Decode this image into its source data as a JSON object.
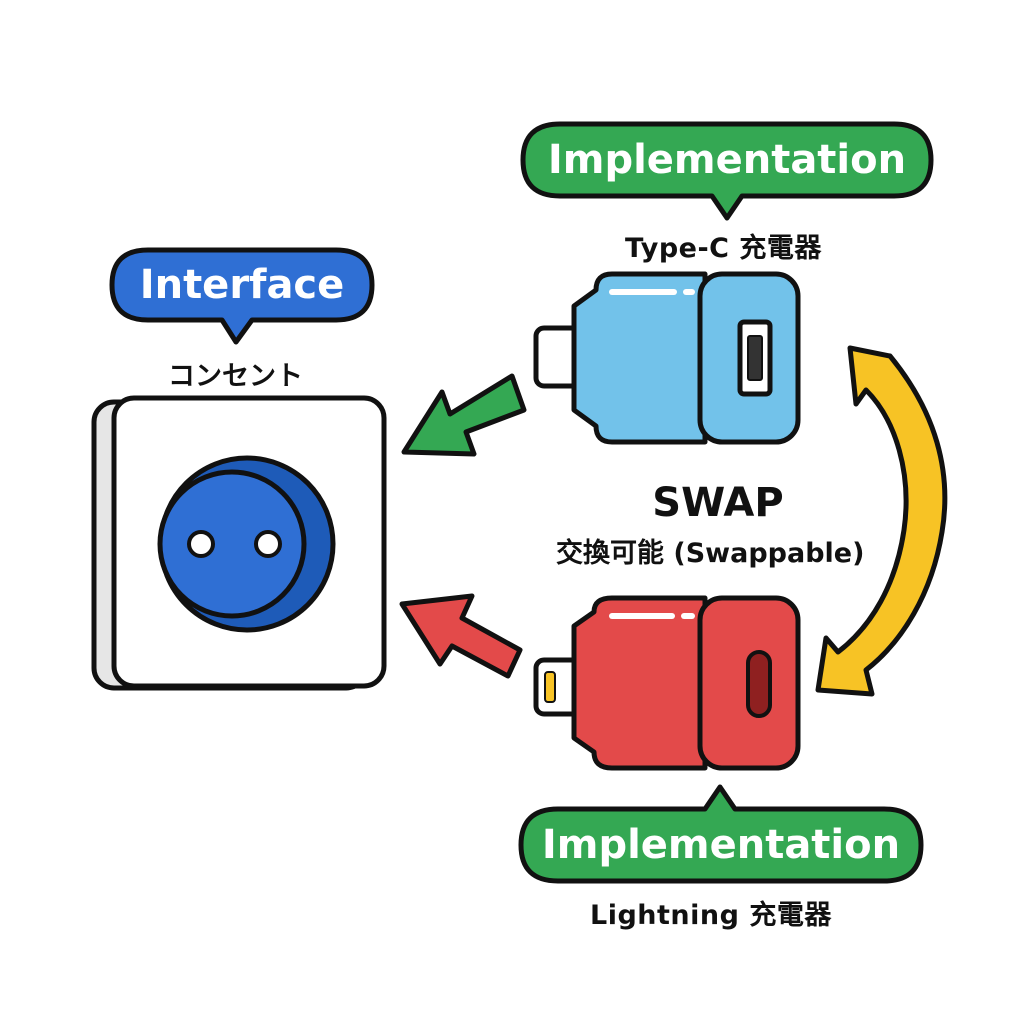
{
  "interface": {
    "bubble_label": "Interface",
    "caption": "コンセント",
    "colors": {
      "bubble": "#2f6fd4",
      "socket_face": "#2f6fd4",
      "socket_holes": "#ffffff"
    }
  },
  "implementation_top": {
    "bubble_label": "Implementation",
    "caption": "Type-C 充電器",
    "colors": {
      "bubble": "#34a853",
      "charger_body": "#72c2ea",
      "arrow": "#34a853"
    }
  },
  "implementation_bottom": {
    "bubble_label": "Implementation",
    "caption": "Lightning 充電器",
    "colors": {
      "bubble": "#34a853",
      "charger_body": "#e34a4a",
      "arrow": "#e34a4a"
    }
  },
  "swap": {
    "title": "SWAP",
    "subtitle": "交換可能 (Swappable)",
    "colors": {
      "arrow": "#f7c325"
    }
  },
  "icons": [
    "wall-outlet-icon",
    "type-c-charger-icon",
    "lightning-charger-icon",
    "swap-arrow-icon"
  ]
}
